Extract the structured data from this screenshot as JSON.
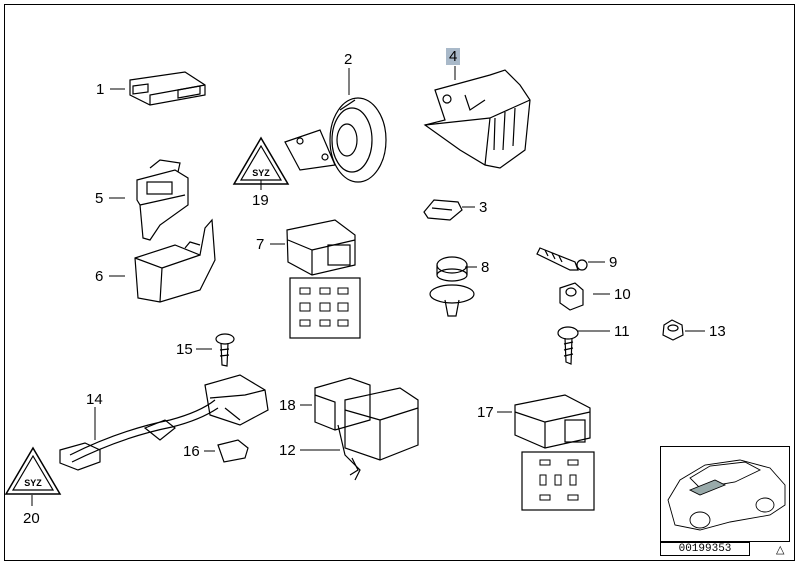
{
  "callouts": [
    {
      "id": "1",
      "label": "1"
    },
    {
      "id": "2",
      "label": "2"
    },
    {
      "id": "3",
      "label": "3"
    },
    {
      "id": "4",
      "label": "4",
      "highlighted": true
    },
    {
      "id": "5",
      "label": "5"
    },
    {
      "id": "6",
      "label": "6"
    },
    {
      "id": "7",
      "label": "7"
    },
    {
      "id": "8",
      "label": "8"
    },
    {
      "id": "9",
      "label": "9"
    },
    {
      "id": "10",
      "label": "10"
    },
    {
      "id": "11",
      "label": "11"
    },
    {
      "id": "12",
      "label": "12"
    },
    {
      "id": "13",
      "label": "13"
    },
    {
      "id": "14",
      "label": "14"
    },
    {
      "id": "15",
      "label": "15"
    },
    {
      "id": "16",
      "label": "16"
    },
    {
      "id": "17",
      "label": "17"
    },
    {
      "id": "18",
      "label": "18"
    },
    {
      "id": "19",
      "label": "19"
    },
    {
      "id": "20",
      "label": "20"
    }
  ],
  "diagram_number": "00199353",
  "highlight_color": "#a9b9c9"
}
